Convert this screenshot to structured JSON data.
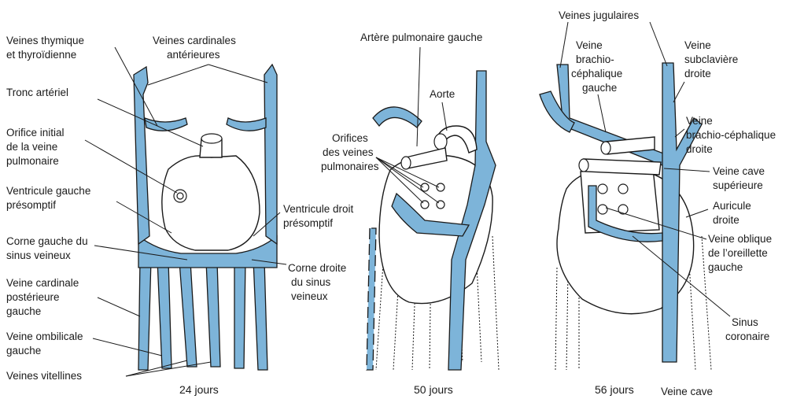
{
  "panel1": {
    "caption": "24 jours",
    "labels": {
      "thymic_1": "Veines thymique",
      "thymic_2": "et thyroïdienne",
      "ant_card_1": "Veines cardinales",
      "ant_card_2": "antérieures",
      "tronc": "Tronc artériel",
      "orifice_1": "Orifice initial",
      "orifice_2": "de la veine",
      "orifice_3": "pulmonaire",
      "vg_1": "Ventricule gauche",
      "vg_2": "présomptif",
      "vd_1": "Ventricule droit",
      "vd_2": "présomptif",
      "corne_g_1": "Corne gauche du",
      "corne_g_2": "sinus veineux",
      "corne_d_1": "Corne droite",
      "corne_d_2": "du sinus",
      "corne_d_3": "veineux",
      "post_card_1": "Veine cardinale",
      "post_card_2": "postérieure",
      "post_card_3": "gauche",
      "ombil_1": "Veine ombilicale",
      "ombil_2": "gauche",
      "vitellines": "Veines vitellines"
    }
  },
  "panel2": {
    "caption": "50 jours",
    "labels": {
      "art_pulm": "Artère pulmonaire gauche",
      "aorte": "Aorte",
      "orif_1": "Orifices",
      "orif_2": "des veines",
      "orif_3": "pulmonaires"
    }
  },
  "panel3": {
    "caption": "56 jours",
    "labels": {
      "jugulaires": "Veines jugulaires",
      "brachio_g_1": "Veine",
      "brachio_g_2": "brachio-",
      "brachio_g_3": "céphalique",
      "brachio_g_4": "gauche",
      "subclav_1": "Veine",
      "subclav_2": "subclavière",
      "subclav_3": "droite",
      "brachio_d_1": "Veine",
      "brachio_d_2": "brachio-céphalique",
      "brachio_d_3": "droite",
      "vcs_1": "Veine cave",
      "vcs_2": "supérieure",
      "auricule_1": "Auricule",
      "auricule_2": "droite",
      "oblique_1": "Veine oblique",
      "oblique_2": "de l’oreillette",
      "oblique_3": "gauche",
      "sinus_1": "Sinus",
      "sinus_2": "coronaire",
      "vci": "Veine cave"
    }
  },
  "colors": {
    "vein_blue": "#7db4d9",
    "outline": "#1a1a1a",
    "background": "#ffffff"
  }
}
